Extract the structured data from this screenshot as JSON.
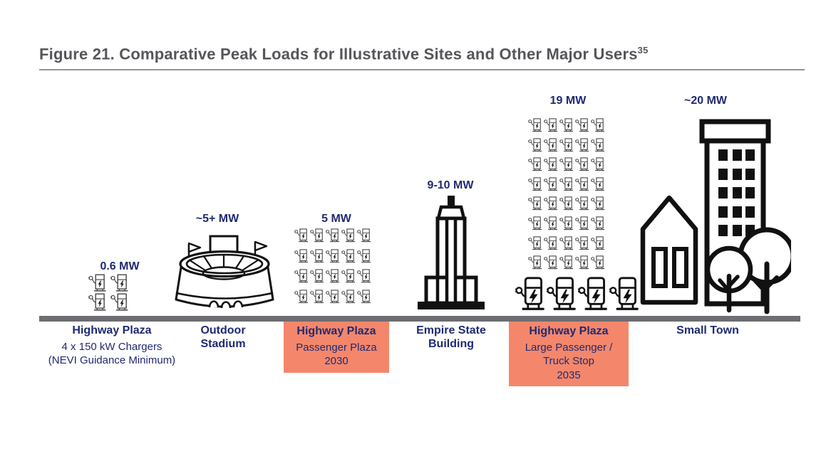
{
  "colors": {
    "accent_navy": "#1F2A72",
    "highlight_orange": "#F4876B",
    "title_gray": "#54565A",
    "baseline_gray": "#6D6E71"
  },
  "chart_data": {
    "type": "pictogram-comparison",
    "title": "Figure 21. Comparative Peak Loads for Illustrative Sites and Other Major Users",
    "footnote_marker": "35",
    "unit": "MW",
    "categories": [
      "Highway Plaza (4 x 150 kW Chargers, NEVI Guidance Minimum)",
      "Outdoor Stadium",
      "Highway Plaza (Passenger Plaza 2030)",
      "Empire State Building",
      "Highway Plaza (Large Passenger / Truck Stop 2035)",
      "Small Town"
    ],
    "values_mw": [
      0.6,
      5,
      5,
      9.5,
      19,
      20
    ],
    "value_labels": [
      "0.6 MW",
      "~5+ MW",
      "5 MW",
      "9-10 MW",
      "19 MW",
      "~20 MW"
    ],
    "groups": [
      {
        "peak": "0.6 MW",
        "site": "Highway Plaza",
        "details": [
          "4 x 150 kW Chargers",
          "(NEVI Guidance Minimum)"
        ],
        "highlight": false,
        "chargers": {
          "type": "ev-charger",
          "rows": 2,
          "cols": 2,
          "count": 4
        }
      },
      {
        "peak": "~5+ MW",
        "site": "Outdoor Stadium",
        "details": [],
        "highlight": false
      },
      {
        "peak": "5 MW",
        "site": "Highway Plaza",
        "details": [
          "Passenger Plaza",
          "2030"
        ],
        "highlight": true,
        "chargers": {
          "type": "ev-charger",
          "rows": 4,
          "cols": 5,
          "count": 20
        }
      },
      {
        "peak": "9-10 MW",
        "site": "Empire State Building",
        "details": [],
        "highlight": false
      },
      {
        "peak": "19 MW",
        "site": "Highway Plaza",
        "details": [
          "Large Passenger /",
          "Truck Stop",
          "2035"
        ],
        "highlight": true,
        "chargers": {
          "type": "ev-charger",
          "rows": 8,
          "cols": 5,
          "count": 40
        },
        "fast_chargers": {
          "type": "dc-fast-charger",
          "rows": 1,
          "cols": 4,
          "count": 4
        }
      },
      {
        "peak": "~20 MW",
        "site": "Small Town",
        "details": [],
        "highlight": false
      }
    ]
  }
}
